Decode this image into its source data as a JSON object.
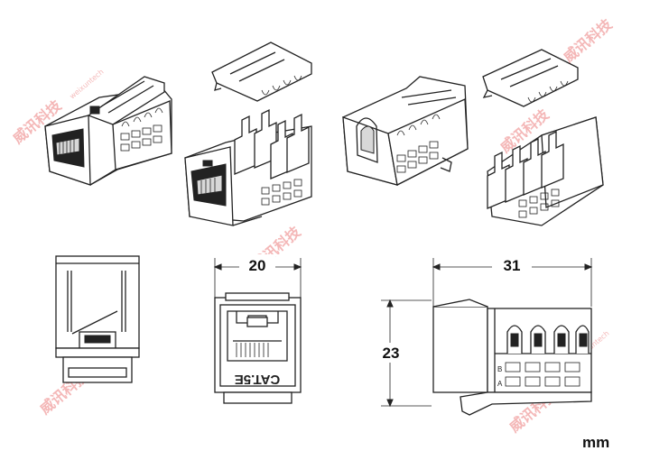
{
  "dimensions": {
    "width_label": "20",
    "depth_label": "31",
    "height_label": "23",
    "unit_label": "mm"
  },
  "front_view": {
    "marking": "CAT.5E"
  },
  "side_view": {
    "pin_a": "A",
    "pin_b": "B"
  },
  "watermark": {
    "text": "威讯科技",
    "small_text": "weixuntech",
    "color": "#e03030"
  }
}
